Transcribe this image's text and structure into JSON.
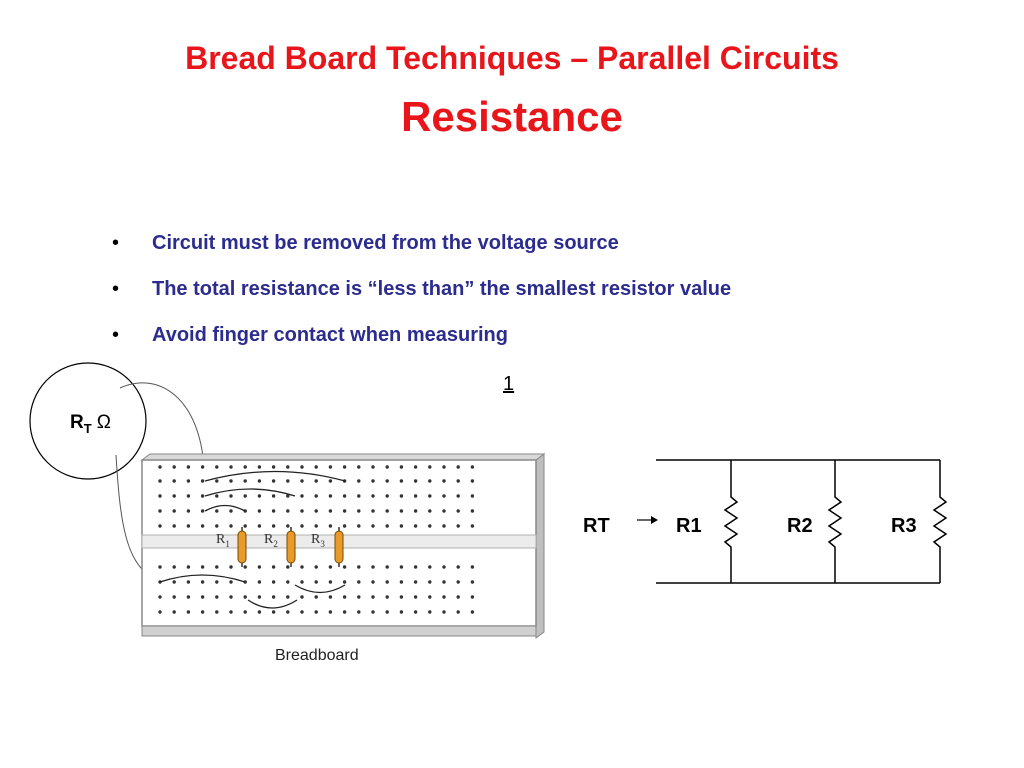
{
  "colors": {
    "title": "#e8161b",
    "bullet_text": "#2b2c8e",
    "resistor_body": "#e89b2a",
    "ink": "#000000"
  },
  "title": {
    "line1": "Bread Board Techniques – Parallel Circuits",
    "line2": "Resistance"
  },
  "bullets": [
    "Circuit must be removed from the voltage source",
    "The total resistance is “less than” the smallest resistor value",
    "Avoid finger contact when measuring"
  ],
  "bullet_symbol": "•",
  "page_number": "1",
  "meter": {
    "label_main": "R",
    "label_sub": "T",
    "label_unit": "Ω"
  },
  "breadboard": {
    "caption": "Breadboard",
    "resistors": [
      {
        "main": "R",
        "sub": "1"
      },
      {
        "main": "R",
        "sub": "2"
      },
      {
        "main": "R",
        "sub": "3"
      }
    ]
  },
  "schematic": {
    "rt_label": "RT",
    "resistors": [
      "R1",
      "R2",
      "R3"
    ],
    "icon_arrow": "arrow-right-icon"
  }
}
